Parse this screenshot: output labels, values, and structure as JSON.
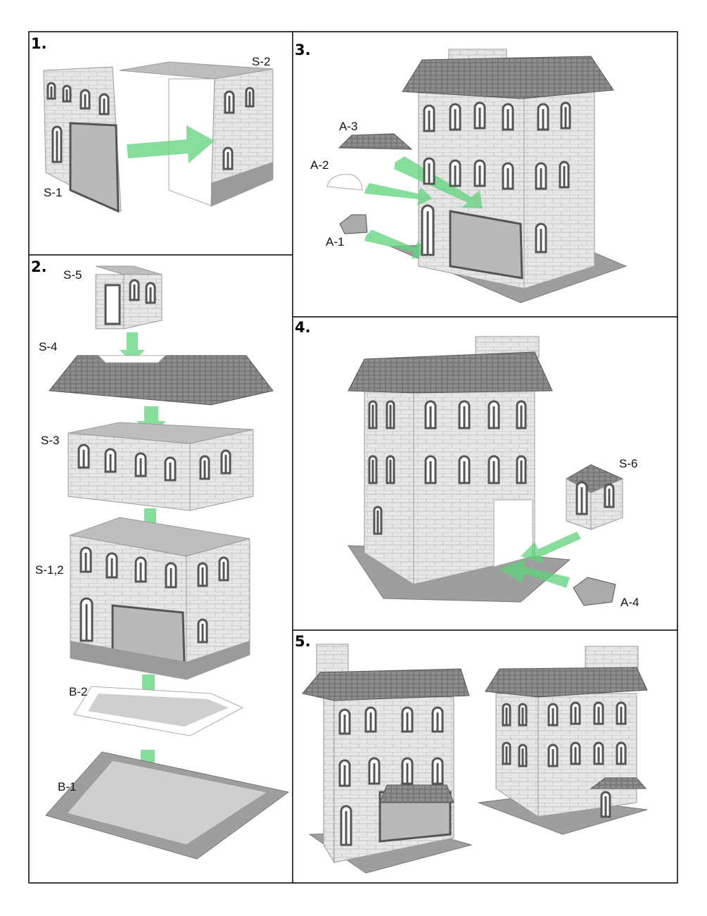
{
  "steps": [
    {
      "number": "1.",
      "labels": [
        "S-1",
        "S-2"
      ]
    },
    {
      "number": "2.",
      "labels": [
        "S-5",
        "S-4",
        "S-3",
        "S-1,2",
        "B-2",
        "B-1"
      ]
    },
    {
      "number": "3.",
      "labels": [
        "A-3",
        "A-2",
        "A-1"
      ]
    },
    {
      "number": "4.",
      "labels": [
        "S-6",
        "A-4"
      ]
    },
    {
      "number": "5.",
      "labels": []
    }
  ],
  "colors": {
    "arrow": "#5fd27a",
    "border": "#000000"
  }
}
